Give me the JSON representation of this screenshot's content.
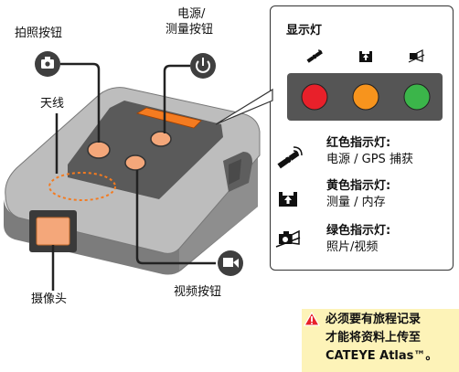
{
  "labels": {
    "photo_button": "拍照按钮",
    "power_button_line1": "电源/",
    "power_button_line2": "测量按钮",
    "antenna": "天线",
    "camera": "摄像头",
    "video_button": "视频按钮"
  },
  "panel": {
    "title": "显示灯",
    "led_colors": {
      "red": "#e8202a",
      "orange": "#f7941d",
      "green": "#3bb54a"
    },
    "indicators": [
      {
        "icon": "satellite-icon",
        "title": "红色指示灯:",
        "desc": "电源 / GPS 捕获"
      },
      {
        "icon": "measure-memory-icon",
        "title": "黄色指示灯:",
        "desc": "测量 / 内存"
      },
      {
        "icon": "camera-photo-icon",
        "title": "绿色指示灯:",
        "desc": "照片/视频"
      }
    ]
  },
  "notice": {
    "line1": "必须要有旅程记录",
    "line2": "才能将资料上传至",
    "line3": "CATEYE Atlas™。"
  },
  "colors": {
    "accent_orange": "#f47b20",
    "button_fill": "#f4a77a",
    "icon_circle": "#3f3f3f",
    "notice_bg": "#fdf3b8",
    "warning_red": "#e8202a"
  }
}
